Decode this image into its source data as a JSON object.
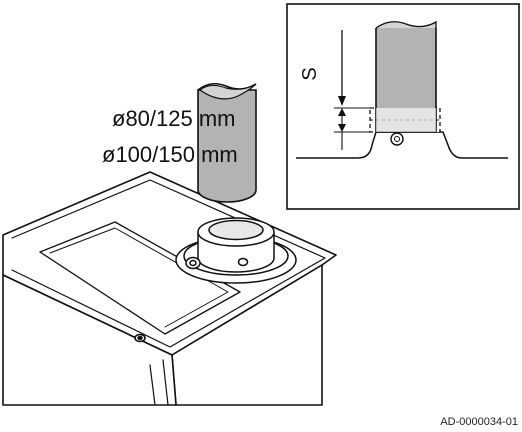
{
  "labels": {
    "diameter_1": "ø80/125 mm",
    "diameter_2": "ø100/150 mm",
    "dimension_letter": "S",
    "reference_code": "AD-0000034-01"
  },
  "colors": {
    "outline": "#111111",
    "pipe_fill": "#b3b3b3",
    "pipe_light": "#d4d4d4",
    "background": "#ffffff"
  },
  "icons": [
    "flue-pipe",
    "flue-adapter",
    "boiler-casing",
    "detail-inset"
  ]
}
